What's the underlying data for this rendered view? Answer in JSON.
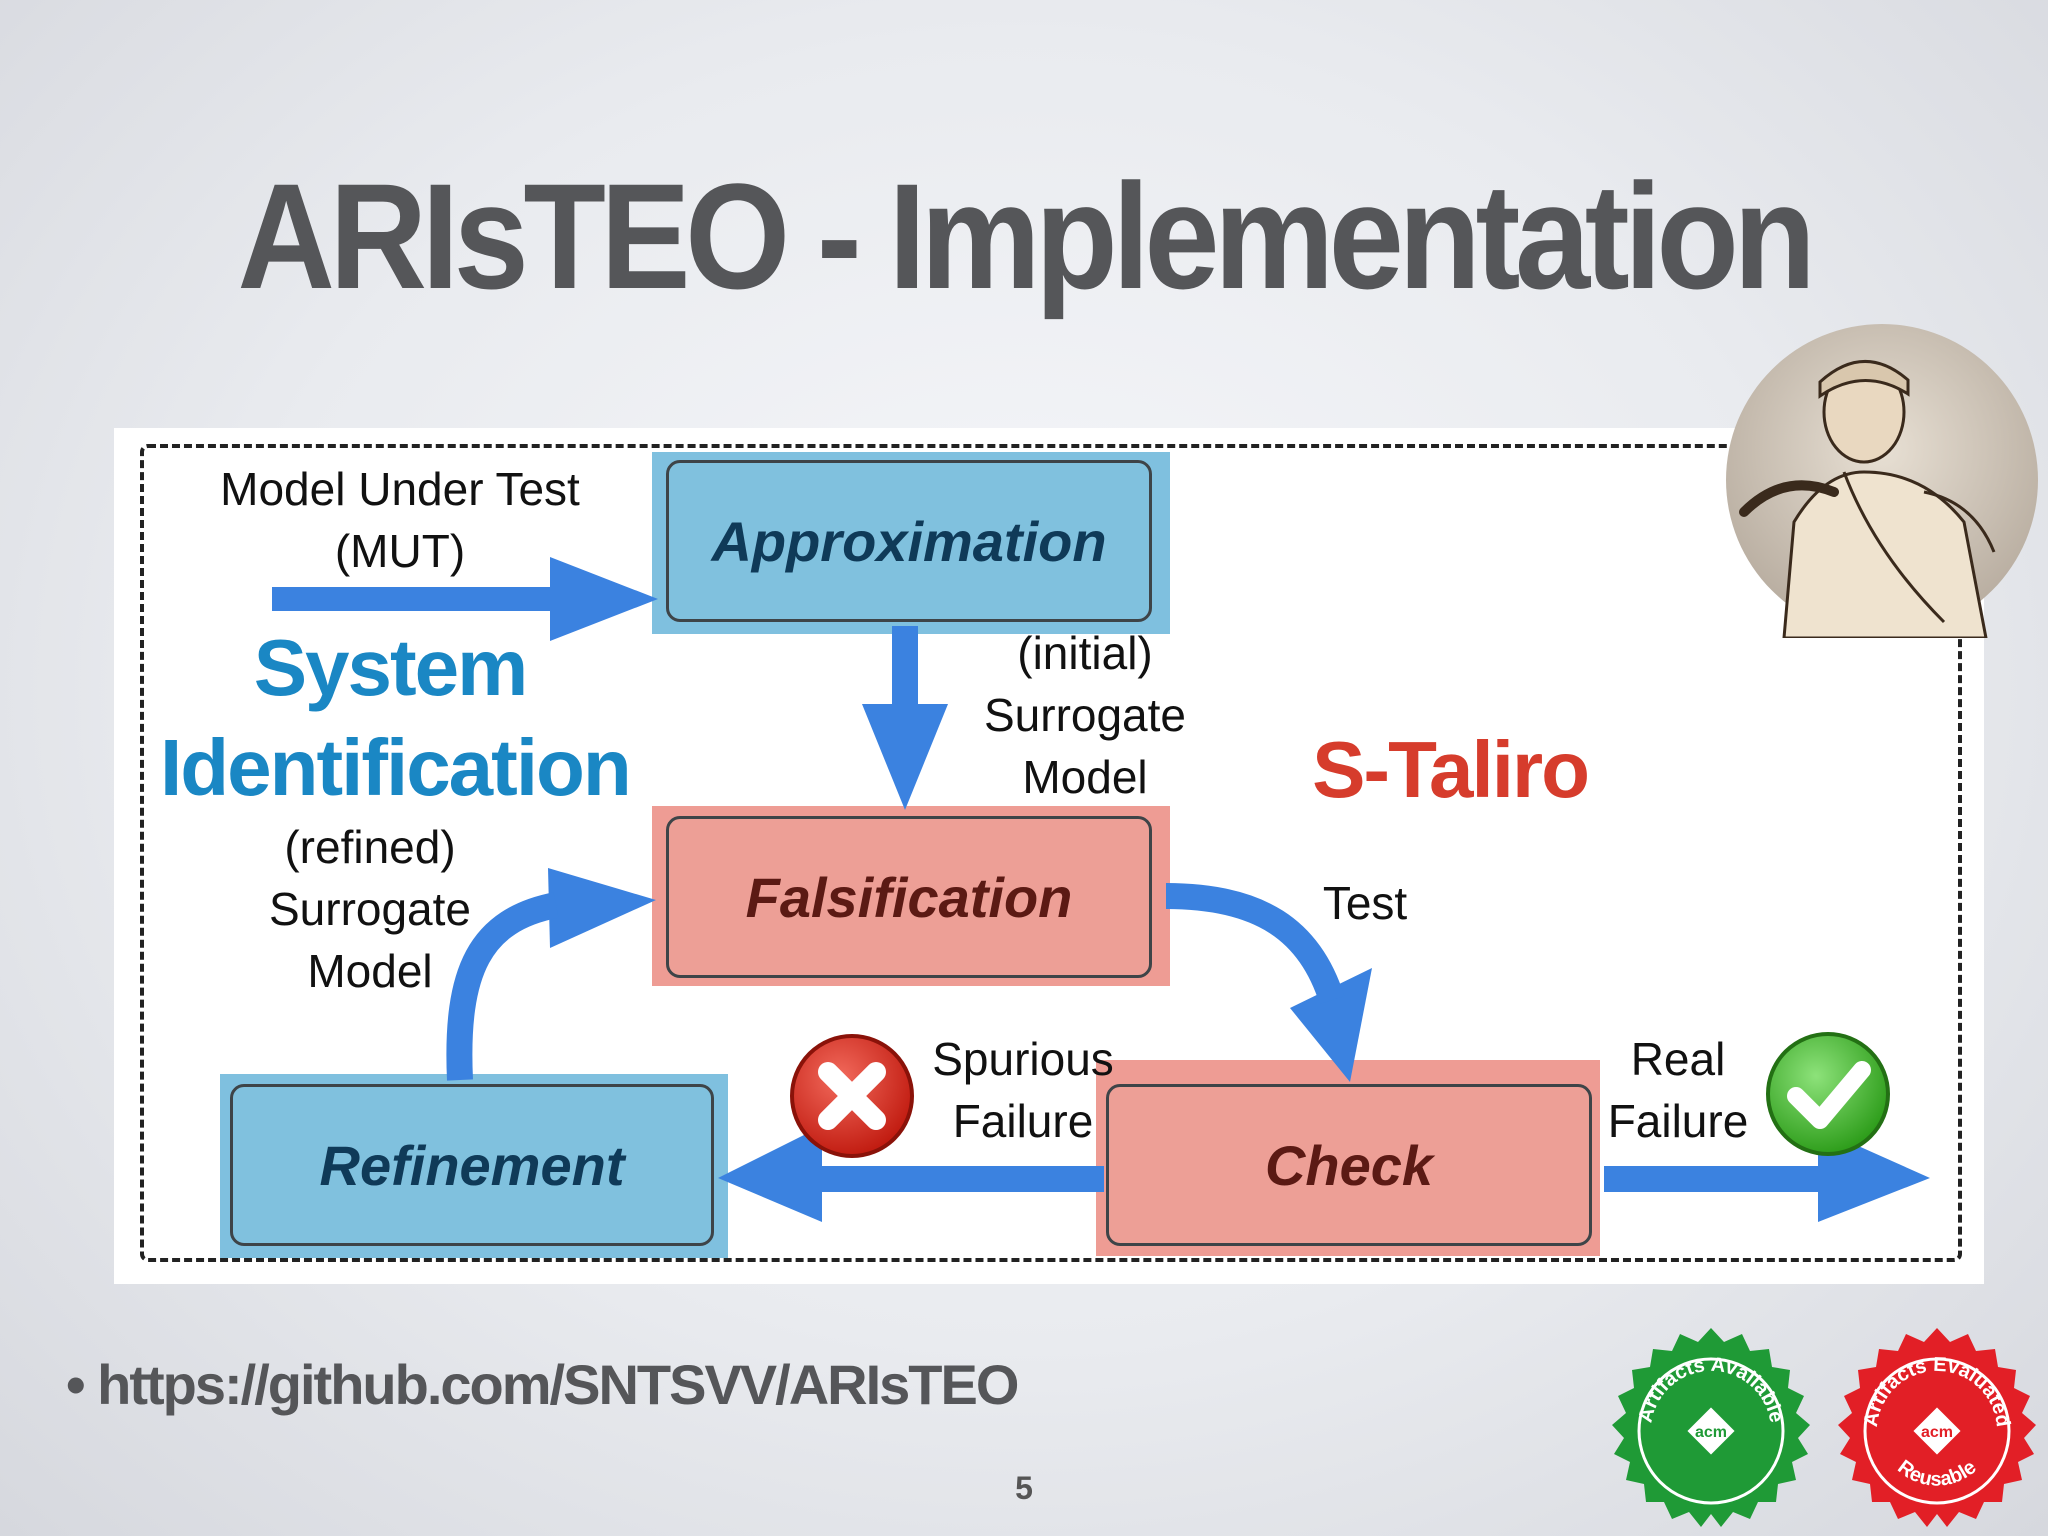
{
  "title": "ARIsTEO - Implementation",
  "diagram": {
    "nodes": {
      "approximation": "Approximation",
      "falsification": "Falsification",
      "check": "Check",
      "refinement": "Refinement"
    },
    "labels": {
      "mut_line1": "Model Under Test",
      "mut_line2": "(MUT)",
      "initial_line1": "(initial)",
      "initial_line2": "Surrogate",
      "initial_line3": "Model",
      "refined_line1": "(refined)",
      "refined_line2": "Surrogate",
      "refined_line3": "Model",
      "test": "Test",
      "spurious_line1": "Spurious",
      "spurious_line2": "Failure",
      "real_line1": "Real",
      "real_line2": "Failure"
    },
    "groups": {
      "system_identification_line1": "System",
      "system_identification_line2": "Identification",
      "staliro": "S-Taliro"
    },
    "colors": {
      "blue_box": "#80c1de",
      "red_box": "#ed9f96",
      "arrow": "#3b82e0",
      "sysid_text": "#1a87c4",
      "staliro_text": "#d63c2c"
    }
  },
  "badges": {
    "available_line1": "Artifacts Available",
    "evaluated_line1": "Artifacts Evaluated",
    "evaluated_line2": "Reusable",
    "acm": "acm"
  },
  "bullet_url": "https://github.com/SNTSVV/ARIsTEO",
  "page_number": "5"
}
